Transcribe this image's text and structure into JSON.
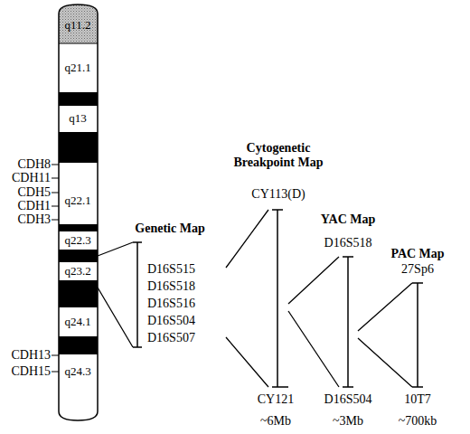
{
  "diagram": {
    "labels": [
      "q11.2",
      "q21.1",
      "q13",
      "q22.1",
      "q22.3",
      "q23.2",
      "q24.1",
      "q24.3",
      "CDH8",
      "CDH11",
      "CDH5",
      "CDH1",
      "CDH3",
      "CDH13",
      "CDH15",
      "Genetic Map",
      "D16S515",
      "D16S518",
      "D16S516",
      "D16S504",
      "D16S507",
      "Cytogenetic Breakpoint Map",
      "CY113(D)",
      "CY121",
      "~6Mb",
      "YAC Map",
      "D16S518",
      "D16S504",
      "~3Mb",
      "PAC Map",
      "27Sp6",
      "10T7",
      "~700kb"
    ]
  }
}
